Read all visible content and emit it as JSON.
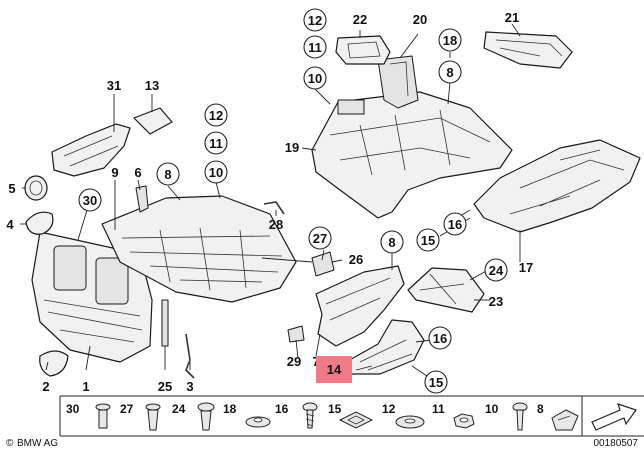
{
  "callouts": {
    "c1": "1",
    "c2": "2",
    "c3": "3",
    "c4": "4",
    "c5": "5",
    "c6": "6",
    "c7": "7",
    "c9": "9",
    "c12a": "12",
    "c11a": "11",
    "c10a": "10",
    "c8a": "8",
    "c13": "13",
    "c14": "14",
    "c15a": "15",
    "c15b": "15",
    "c16a": "16",
    "c16b": "16",
    "c17": "17",
    "c18": "18",
    "c8b": "8",
    "c19": "19",
    "c20": "20",
    "c21": "21",
    "c22": "22",
    "c12b": "12",
    "c11b": "11",
    "c10b": "10",
    "c23": "23",
    "c24": "24",
    "c25": "25",
    "c26": "26",
    "c27": "27",
    "c28": "28",
    "c29": "29",
    "c30": "30",
    "c31": "31",
    "c8c": "8"
  },
  "highlight_color": "#f07a88",
  "strip": [
    "30",
    "27",
    "24",
    "18",
    "16",
    "15",
    "12",
    "11",
    "10",
    "8"
  ],
  "footer": {
    "brand": "BMW AG",
    "brand_symbol": "©",
    "diagram_id": "00180507"
  }
}
